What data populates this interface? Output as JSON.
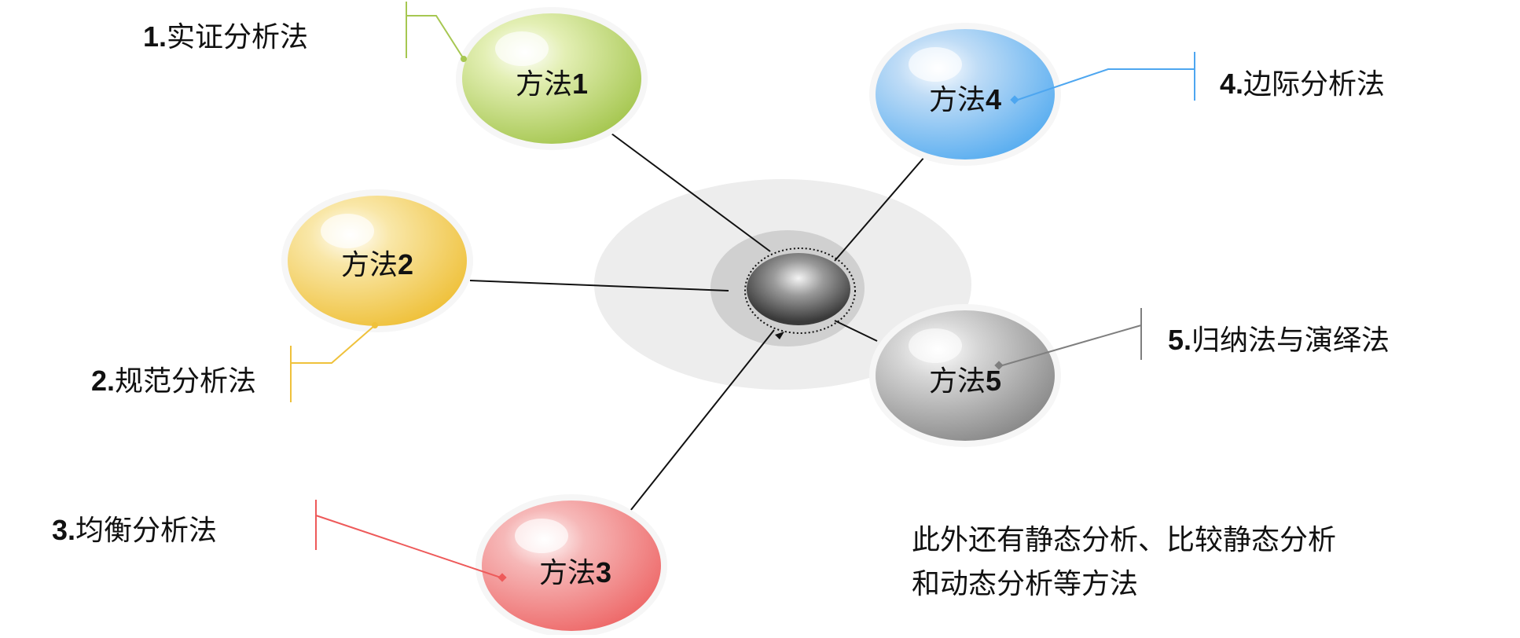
{
  "methods": [
    {
      "id": "m1",
      "num": "1.",
      "name": "实证分析法",
      "bubble_text": "方法",
      "bubble_num": "1",
      "color": "#a6c751",
      "light": "#e3efb4"
    },
    {
      "id": "m2",
      "num": "2.",
      "name": "规范分析法",
      "bubble_text": "方法",
      "bubble_num": "2",
      "color": "#efc13b",
      "light": "#f9e7a8"
    },
    {
      "id": "m3",
      "num": "3.",
      "name": "均衡分析法",
      "bubble_text": "方法",
      "bubble_num": "3",
      "color": "#ee5a5a",
      "light": "#f6b8b8"
    },
    {
      "id": "m4",
      "num": "4.",
      "name": "边际分析法",
      "bubble_text": "方法",
      "bubble_num": "4",
      "color": "#4da6f0",
      "light": "#bfdcf6"
    },
    {
      "id": "m5",
      "num": "5.",
      "name": "归纳法与演绎法",
      "bubble_text": "方法",
      "bubble_num": "5",
      "color": "#7f7f7f",
      "light": "#c8c8c8"
    }
  ],
  "note": {
    "line1": "此外还有静态分析、比较静态分析",
    "line2": "和动态分析等方法"
  }
}
